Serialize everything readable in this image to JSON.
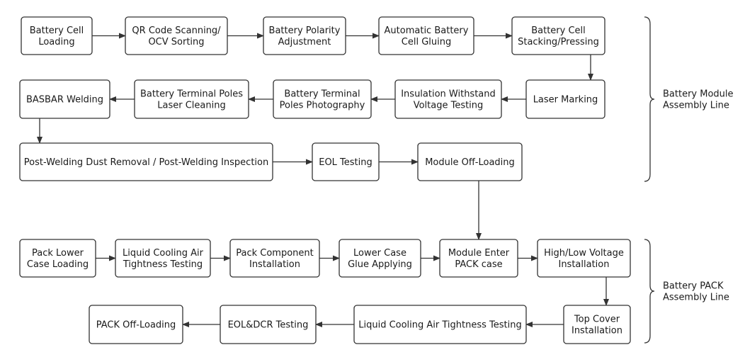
{
  "module_line": {
    "label": [
      "Battery Module",
      "Assembly Line"
    ],
    "steps": [
      {
        "id": "cell-loading",
        "lines": [
          "Battery Cell",
          "Loading"
        ]
      },
      {
        "id": "qr-ocv",
        "lines": [
          "QR Code Scanning/",
          "OCV Sorting"
        ]
      },
      {
        "id": "polarity",
        "lines": [
          "Battery Polarity",
          "Adjustment"
        ]
      },
      {
        "id": "gluing",
        "lines": [
          "Automatic Battery",
          "Cell Gluing"
        ]
      },
      {
        "id": "stacking",
        "lines": [
          "Battery Cell",
          "Stacking/Pressing"
        ]
      },
      {
        "id": "laser-marking",
        "lines": [
          "Laser Marking"
        ]
      },
      {
        "id": "insulation",
        "lines": [
          "Insulation Withstand",
          "Voltage Testing"
        ]
      },
      {
        "id": "poles-photo",
        "lines": [
          "Battery Terminal",
          "Poles Photography"
        ]
      },
      {
        "id": "poles-cleaning",
        "lines": [
          "Battery Terminal Poles",
          "Laser Cleaning"
        ]
      },
      {
        "id": "basbar",
        "lines": [
          "BASBAR Welding"
        ]
      },
      {
        "id": "post-welding",
        "lines": [
          "Post-Welding Dust Removal / Post-Welding Inspection"
        ]
      },
      {
        "id": "eol",
        "lines": [
          "EOL Testing"
        ]
      },
      {
        "id": "module-offload",
        "lines": [
          "Module Off-Loading"
        ]
      }
    ]
  },
  "pack_line": {
    "label": [
      "Battery PACK",
      "Assembly Line"
    ],
    "steps": [
      {
        "id": "pack-lower",
        "lines": [
          "Pack Lower",
          "Case Loading"
        ]
      },
      {
        "id": "liquid-air-1",
        "lines": [
          "Liquid Cooling Air",
          "Tightness Testing"
        ]
      },
      {
        "id": "pack-component",
        "lines": [
          "Pack Component",
          "Installation"
        ]
      },
      {
        "id": "glue",
        "lines": [
          "Lower Case",
          "Glue Applying"
        ]
      },
      {
        "id": "module-enter",
        "lines": [
          "Module Enter",
          "PACK case"
        ]
      },
      {
        "id": "hv-lv",
        "lines": [
          "High/Low Voltage",
          "Installation"
        ]
      },
      {
        "id": "top-cover",
        "lines": [
          "Top Cover",
          "Installation"
        ]
      },
      {
        "id": "liquid-air-2",
        "lines": [
          "Liquid Cooling Air Tightness Testing"
        ]
      },
      {
        "id": "eol-dcr",
        "lines": [
          "EOL&DCR Testing"
        ]
      },
      {
        "id": "pack-offload",
        "lines": [
          "PACK Off-Loading"
        ]
      }
    ]
  },
  "colors": {
    "stroke": "#333333",
    "text": "#1a1a1a",
    "fill": "#ffffff"
  }
}
